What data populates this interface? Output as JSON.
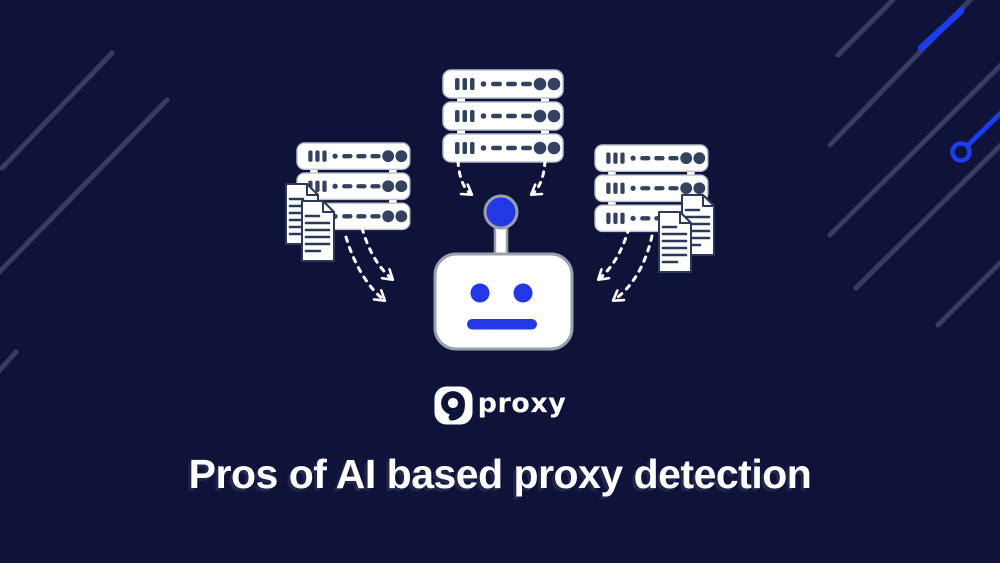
{
  "headline": "Pros of AI based proxy detection",
  "brand": {
    "mark": "9",
    "name": "proxy"
  },
  "colors": {
    "bg": "#0f1339",
    "accent": "#2337e5",
    "accentBright": "#1d3cf0",
    "slateLine": "#3b4269",
    "iconInk": "#35425f",
    "docInk": "#2c3a59",
    "outlineGrey": "#9aa1ae",
    "white": "#ffffff"
  },
  "illustration": {
    "server_stacks": [
      "left",
      "center",
      "right"
    ],
    "document_pairs": [
      "left",
      "right"
    ],
    "dashed_arrows": 6,
    "robot": "ai-robot-face"
  }
}
